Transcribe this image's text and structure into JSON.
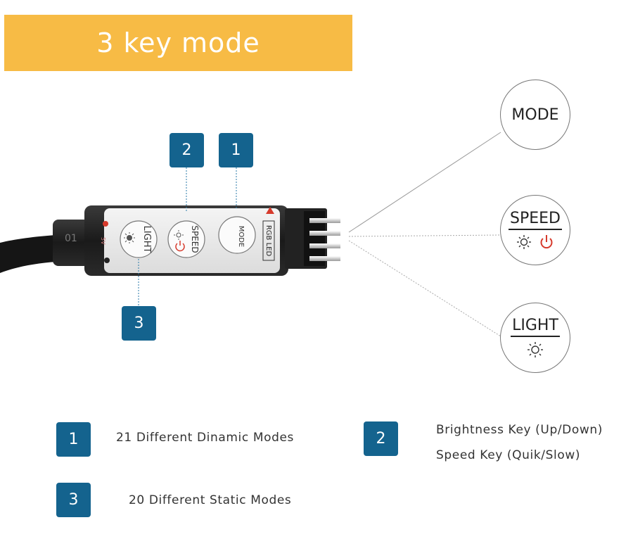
{
  "banner": {
    "title": "3 key mode"
  },
  "callouts": {
    "badge_top_left": "2",
    "badge_top_right": "1",
    "badge_bottom": "3"
  },
  "controller": {
    "button_light": "LIGHT",
    "button_speed": "SPEED",
    "button_mode": "MODE",
    "tag": "RGB LED",
    "pin_label": "01",
    "voltage": "5V"
  },
  "circles": {
    "mode": "MODE",
    "speed": "SPEED",
    "light": "LIGHT"
  },
  "legend": {
    "item1_num": "1",
    "item1_text": "21 Different Dinamic Modes",
    "item2_num": "2",
    "item2_line1": "Brightness Key (Up/Down)",
    "item2_line2": "Speed Key (Quik/Slow)",
    "item3_num": "3",
    "item3_text": "20 Different Static Modes"
  },
  "colors": {
    "banner": "#f7bb45",
    "badge": "#14638e",
    "power_red": "#d63a2c"
  }
}
